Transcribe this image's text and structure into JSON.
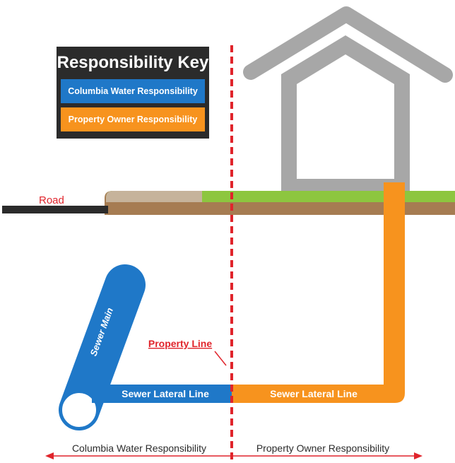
{
  "key": {
    "title": "Responsibility Key",
    "columbia_label": "Columbia Water Responsibility",
    "owner_label": "Property Owner Responsibility"
  },
  "labels": {
    "road": "Road",
    "property_line": "Property Line",
    "sewer_main": "Sewer Main",
    "lateral_left": "Sewer Lateral Line",
    "lateral_right": "Sewer Lateral Line",
    "bottom_left": "Columbia Water Responsibility",
    "bottom_right": "Property Owner Responsibility"
  },
  "colors": {
    "columbia_blue": "#1f78c8",
    "owner_orange": "#f7931e",
    "property_line_red": "#e0242b",
    "house_gray": "#a7a7a7",
    "grass_green": "#8dc63f",
    "soil_brown": "#a67c52",
    "driveway_tan": "#c6b39b",
    "road_dark": "#2b2b2b",
    "key_bg": "#2b2b2b"
  },
  "icons": {
    "house": "house-outline-icon",
    "arrow_left": "arrow-left-icon",
    "arrow_right": "arrow-right-icon"
  }
}
